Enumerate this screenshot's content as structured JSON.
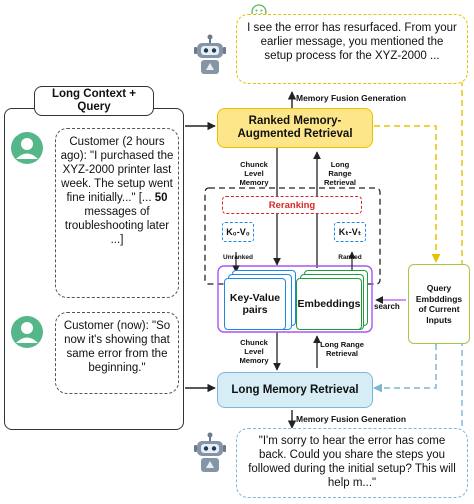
{
  "top_response": "I see the error has resurfaced. From your earlier message, you mentioned the setup process for the XYZ-2000 ...",
  "memory_fusion_generation_top": "Memory Fusion Generation",
  "long_context_title": "Long Context + Query",
  "customer_message_1_parts": [
    "Customer (2 hours ago): \"I purchased the XYZ-2000 printer last week. The setup went fine initially...\" [... ",
    "50",
    " messages of troubleshooting later ...]"
  ],
  "customer_message_2": "Customer (now): \"So now it's showing that same error from the beginning.\"",
  "ranked_retrieval": "Ranked Memory-Augmented Retrieval",
  "chunk_level_memory_top": "Chunck Level Memory",
  "long_range_retrieval_top": "Long Range Retrieval",
  "reranking": "Reranking",
  "k_unranked": "K₀-V₀",
  "unranked_label": "Unranked",
  "k_ranked": "Kₜ-Vₜ",
  "ranked_label": "Ranked",
  "key_value_pairs": "Key-Value pairs",
  "embeddings": "Embeddings",
  "search_label": "search",
  "query_embeddings": "Query Embddings of Current Inputs",
  "chunk_level_memory_bottom": "Chunck Level Memory",
  "long_range_retrieval_bottom": "Long Range Retrieval",
  "long_memory_retrieval": "Long Memory Retrieval",
  "memory_fusion_generation_bottom": "Memory Fusion Generation",
  "bottom_response": "\"I'm sorry to hear the error has come back. Could you share the steps you followed during the initial setup? This will help m...\"",
  "colors": {
    "ranked_box": "#fde68a",
    "long_memory_box": "#d6edf6",
    "reranking_red": "#d62828",
    "embed_green": "#1f9d3a",
    "kv_blue": "#1e88e5",
    "query_border": "#a8c64a",
    "purple": "#a855f7",
    "dash_yellow": "#e6c200",
    "dash_blue": "#7fb6d6"
  }
}
